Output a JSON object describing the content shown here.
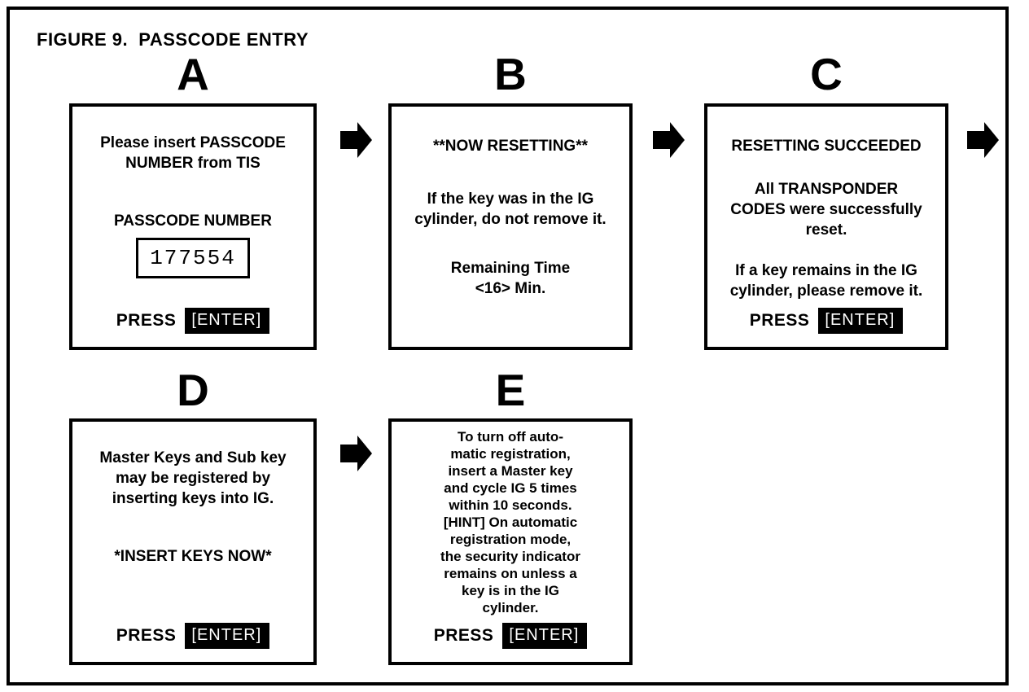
{
  "figure_title": "FIGURE 9.  PASSCODE ENTRY",
  "colors": {
    "ink": "#000000",
    "paper": "#ffffff"
  },
  "screens": {
    "a": {
      "label": "A",
      "line1": "Please insert PASSCODE",
      "line2": "NUMBER from TIS",
      "field_label": "PASSCODE NUMBER",
      "passcode_value": "177554",
      "press_label": "PRESS",
      "enter_label": "[ENTER]"
    },
    "b": {
      "label": "B",
      "heading": "**NOW RESETTING**",
      "line1": "If the key was in the IG",
      "line2": "cylinder, do not remove it.",
      "time1": "Remaining Time",
      "time2": "<16> Min."
    },
    "c": {
      "label": "C",
      "heading": "RESETTING SUCCEEDED",
      "line1": "All TRANSPONDER",
      "line2": "CODES were successfully",
      "line3": "reset.",
      "line4": "If a key remains in the IG",
      "line5": "cylinder, please remove it.",
      "press_label": "PRESS",
      "enter_label": "[ENTER]"
    },
    "d": {
      "label": "D",
      "line1": "Master Keys and Sub key",
      "line2": "may be registered by",
      "line3": "inserting keys into IG.",
      "highlight": "*INSERT KEYS NOW*",
      "press_label": "PRESS",
      "enter_label": "[ENTER]"
    },
    "e": {
      "label": "E",
      "body_lines": [
        "To turn off auto-",
        "matic registration,",
        "insert a Master key",
        "and cycle IG 5 times",
        "within 10 seconds.",
        "[HINT] On automatic",
        "registration mode,",
        "the security indicator",
        "remains on unless a",
        "key is in the IG",
        "cylinder."
      ],
      "press_label": "PRESS",
      "enter_label": "[ENTER]"
    }
  }
}
